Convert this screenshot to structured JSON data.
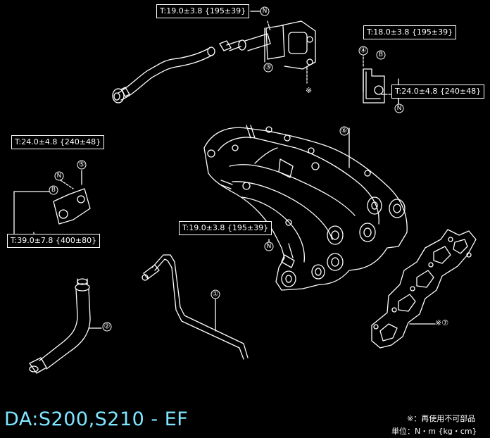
{
  "model_label": "DA:S200,S210 - EF",
  "notes": {
    "non_reusable": "※：再使用不可部品",
    "units": "単位：N・m {kg・cm}"
  },
  "torque_labels": {
    "t1": "T:19.0±3.8 {195±39}",
    "t2": "T:18.0±3.8 {195±39}",
    "t3": "T:24.0±4.8 {240±48}",
    "t4": "T:24.0±4.8 {240±48}",
    "t5": "T:39.0±7.8 {400±80}",
    "t6": "T:19.0±3.8 {195±39}"
  },
  "callouts": {
    "n1": "①",
    "n2": "②",
    "n3": "③",
    "n4": "④",
    "n5": "⑤",
    "n6": "⑥",
    "n7": "※⑦",
    "star": "※",
    "N": "N",
    "B": "B"
  },
  "colors": {
    "line": "#ffffff",
    "model": "#7fe6ff",
    "background": "#000000"
  }
}
